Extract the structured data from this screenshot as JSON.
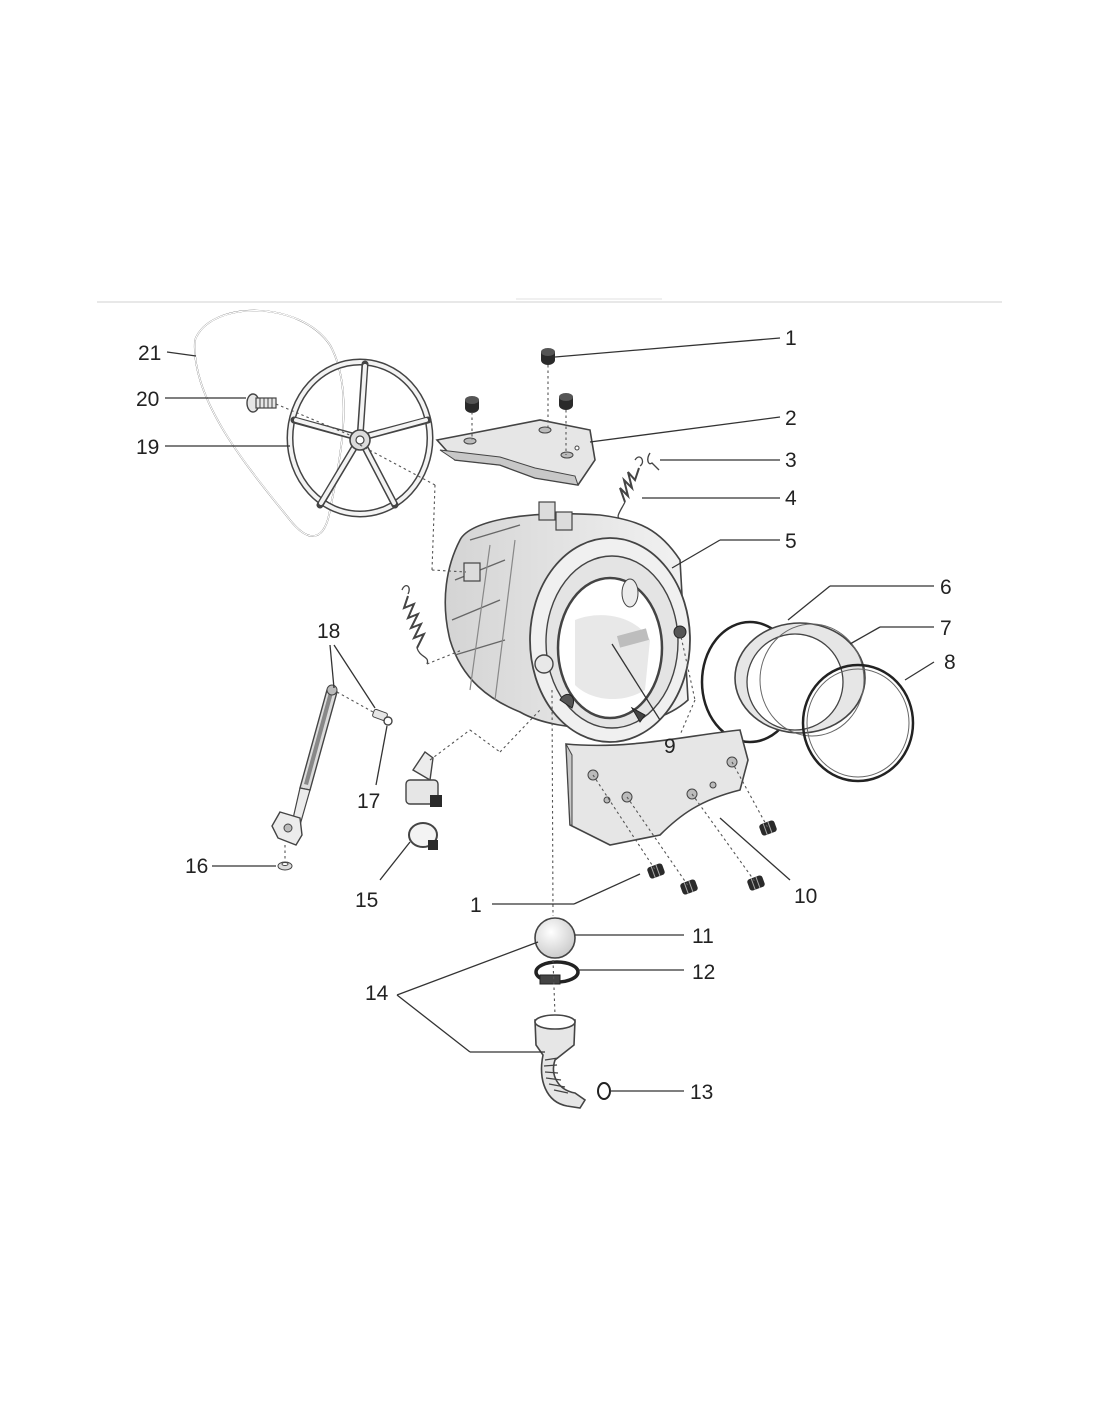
{
  "callouts": {
    "c1a": "1",
    "c2": "2",
    "c3": "3",
    "c4": "4",
    "c5": "5",
    "c6": "6",
    "c7": "7",
    "c8": "8",
    "c9": "9",
    "c10": "10",
    "c1b": "1",
    "c11": "11",
    "c12": "12",
    "c13": "13",
    "c14": "14",
    "c15": "15",
    "c16": "16",
    "c17": "17",
    "c18": "18",
    "c19": "19",
    "c20": "20",
    "c21": "21"
  },
  "colors": {
    "line": "#444444",
    "part_fill": "#e6e6e6",
    "part_fill_dark": "#c8c8c8",
    "part_light": "#f3f3f3",
    "rubber": "#2a2a2a",
    "header_rule": "#d0d0d0"
  }
}
